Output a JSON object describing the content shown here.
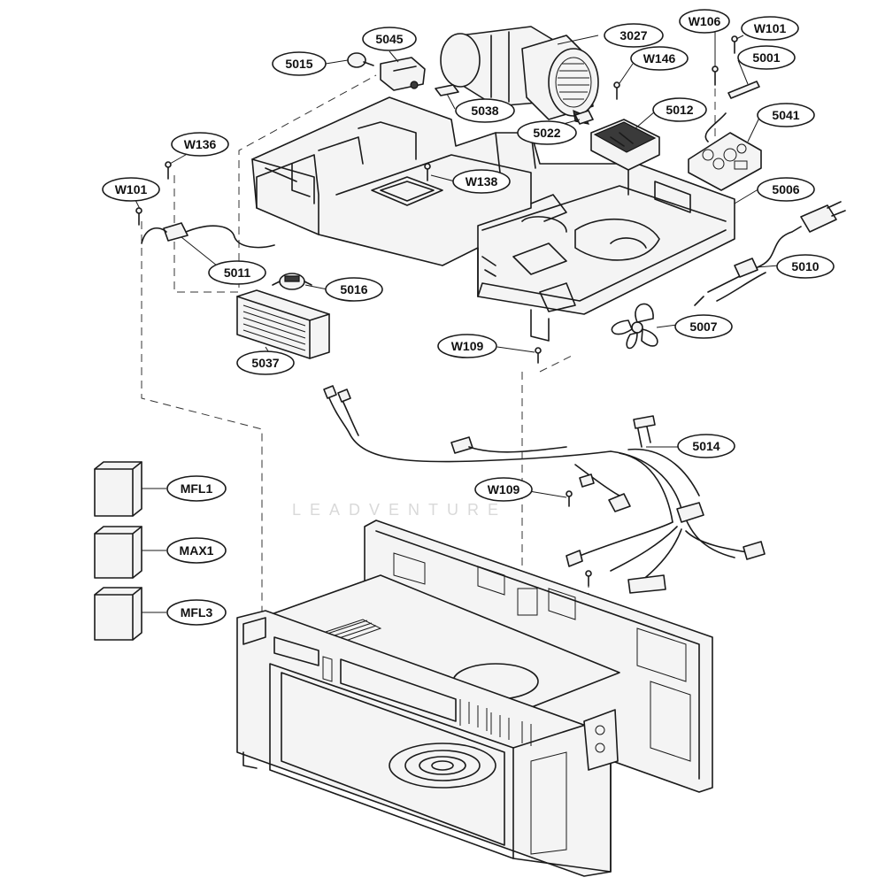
{
  "diagram": {
    "callouts": [
      {
        "id": "c-5045",
        "label": "5045"
      },
      {
        "id": "c-3027",
        "label": "3027"
      },
      {
        "id": "c-W106",
        "label": "W106"
      },
      {
        "id": "c-W101-top",
        "label": "W101"
      },
      {
        "id": "c-5015",
        "label": "5015"
      },
      {
        "id": "c-W146",
        "label": "W146"
      },
      {
        "id": "c-5001",
        "label": "5001"
      },
      {
        "id": "c-5038",
        "label": "5038"
      },
      {
        "id": "c-5012",
        "label": "5012"
      },
      {
        "id": "c-5041",
        "label": "5041"
      },
      {
        "id": "c-5022",
        "label": "5022"
      },
      {
        "id": "c-W136",
        "label": "W136"
      },
      {
        "id": "c-W138",
        "label": "W138"
      },
      {
        "id": "c-5006",
        "label": "5006"
      },
      {
        "id": "c-W101-left",
        "label": "W101"
      },
      {
        "id": "c-5011",
        "label": "5011"
      },
      {
        "id": "c-5010",
        "label": "5010"
      },
      {
        "id": "c-5016",
        "label": "5016"
      },
      {
        "id": "c-5007",
        "label": "5007"
      },
      {
        "id": "c-W109-top",
        "label": "W109"
      },
      {
        "id": "c-5037",
        "label": "5037"
      },
      {
        "id": "c-5014",
        "label": "5014"
      },
      {
        "id": "c-MFL1",
        "label": "MFL1"
      },
      {
        "id": "c-W109-mid",
        "label": "W109"
      },
      {
        "id": "c-MAX1",
        "label": "MAX1"
      },
      {
        "id": "c-MFL3",
        "label": "MFL3"
      }
    ]
  }
}
